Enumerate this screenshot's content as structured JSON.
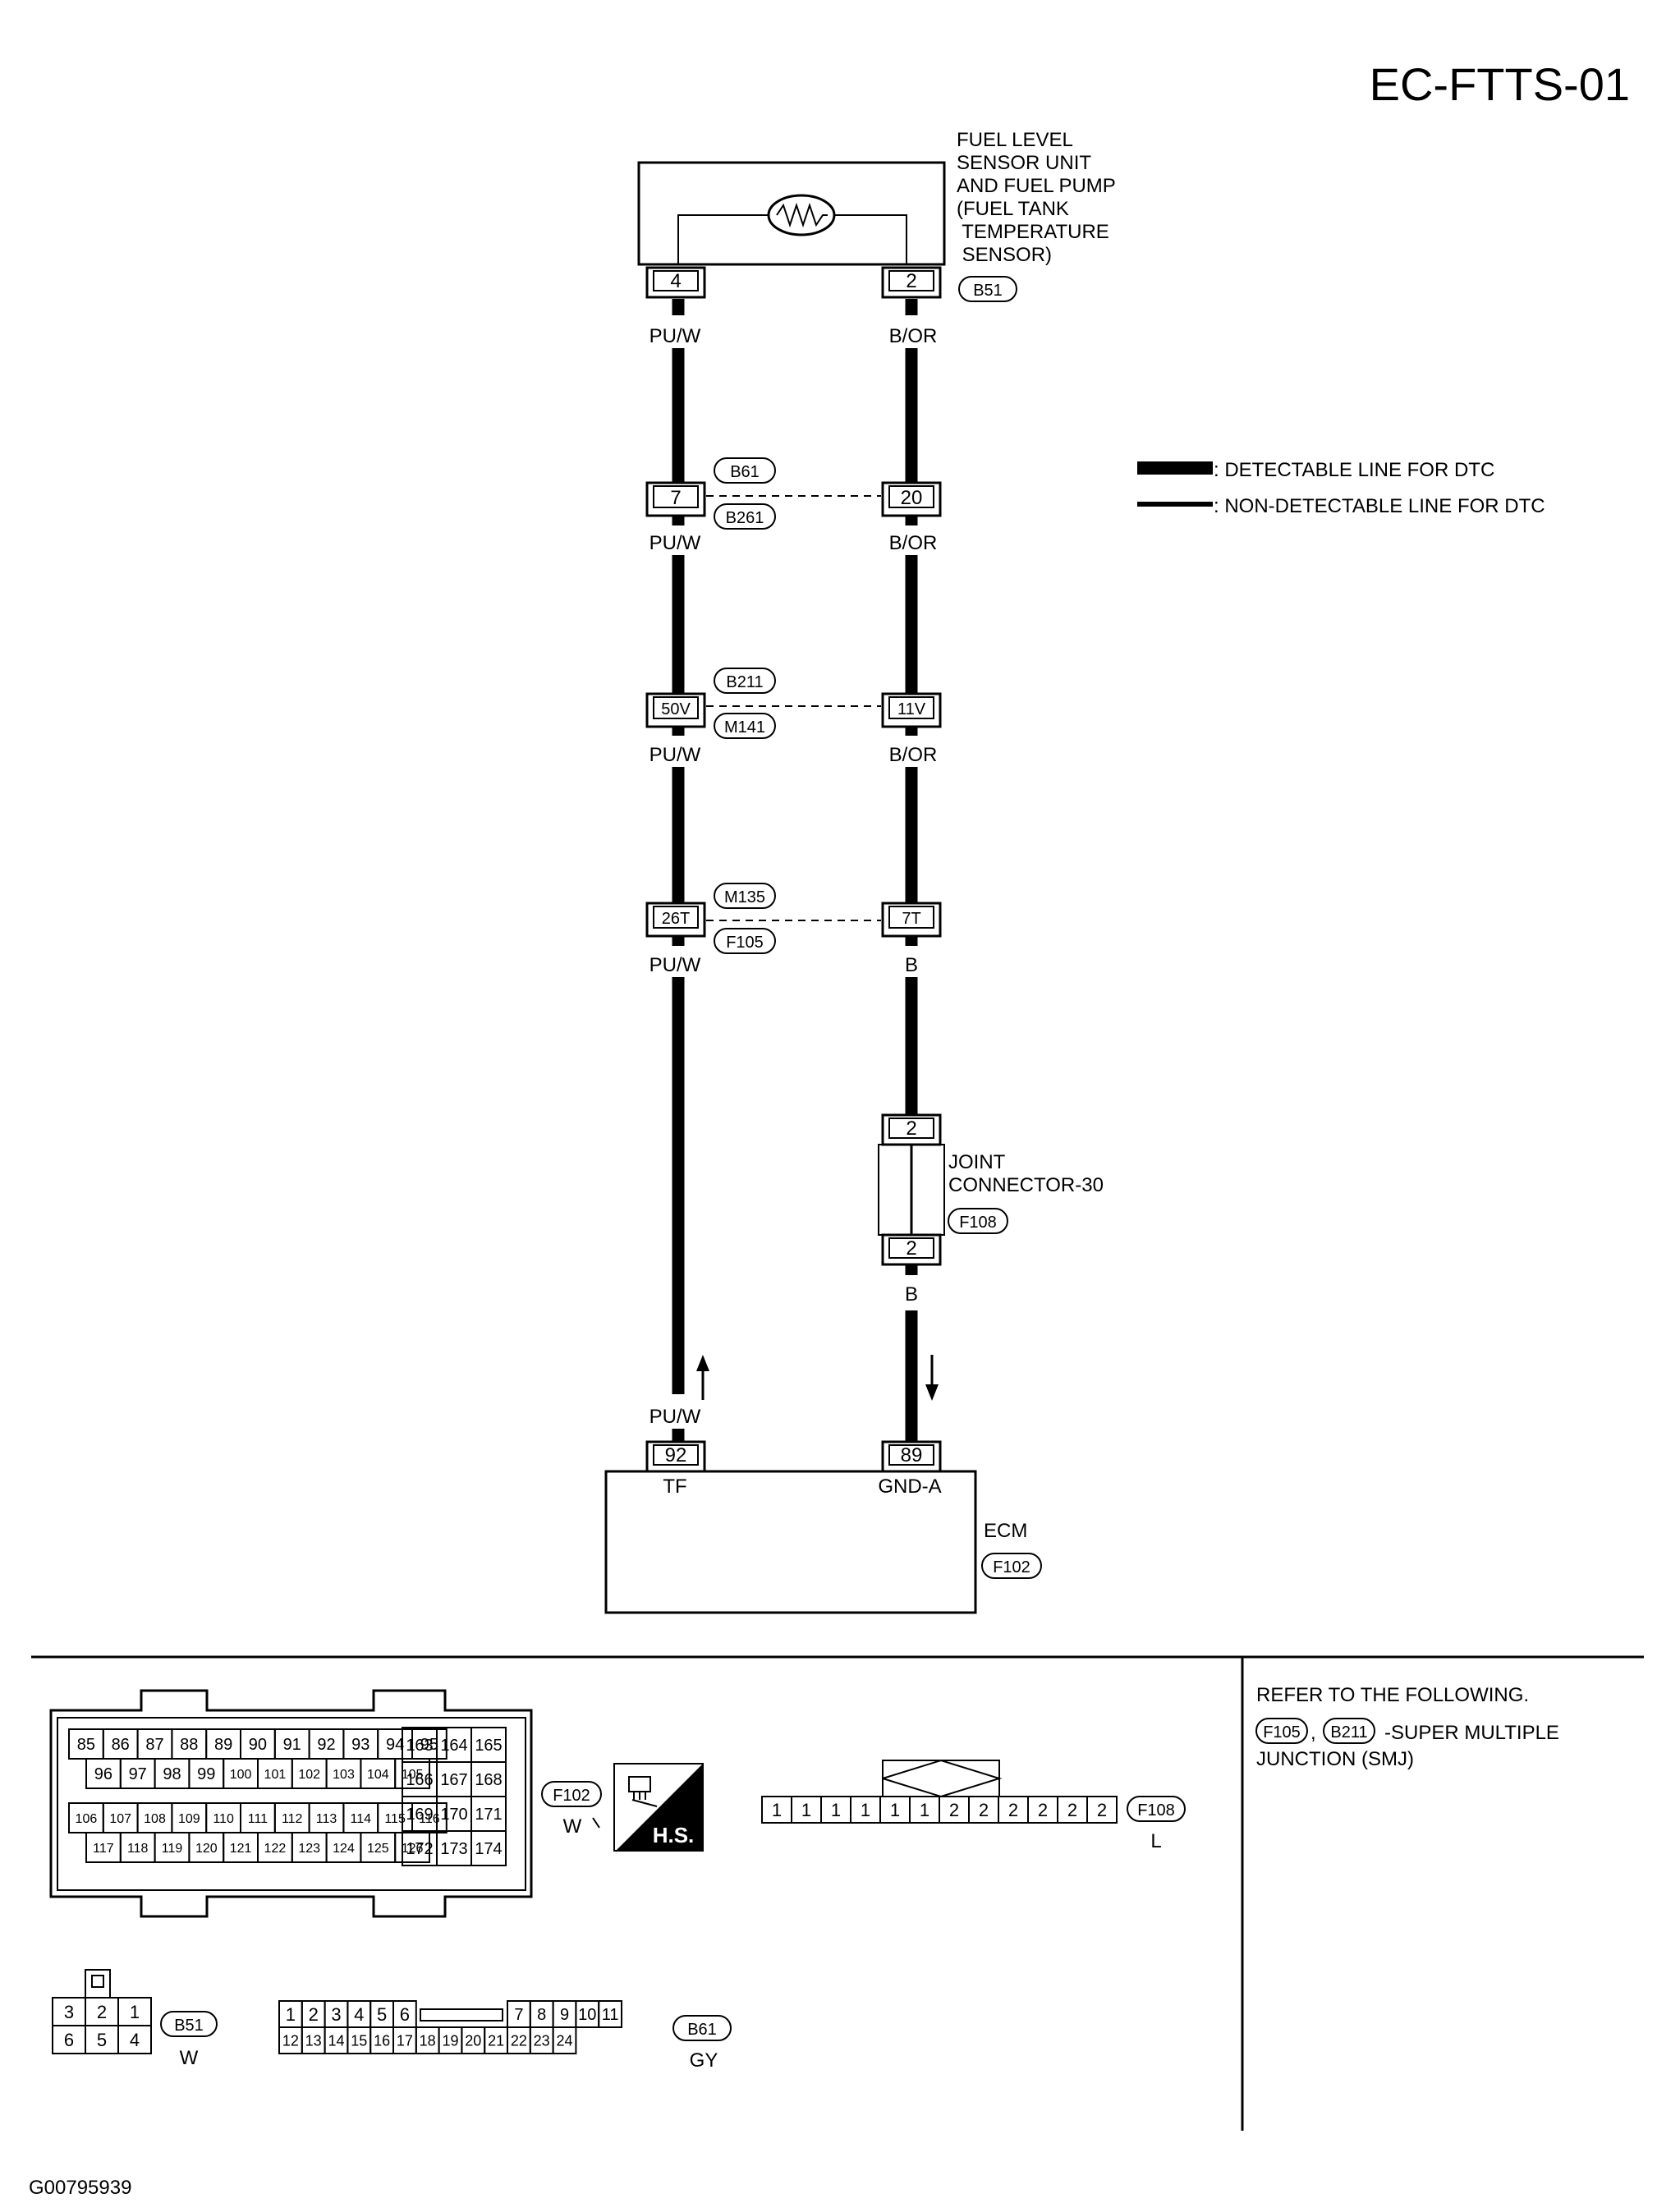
{
  "page_code": "EC-FTTS-01",
  "figure_id": "G00795939",
  "legend": {
    "detectable": ": DETECTABLE LINE FOR DTC",
    "non_detectable": ": NON-DETECTABLE LINE FOR DTC"
  },
  "sensor": {
    "lines": [
      "FUEL LEVEL",
      "SENSOR UNIT",
      "AND FUEL PUMP",
      "(FUEL TANK",
      " TEMPERATURE",
      " SENSOR)"
    ],
    "pin_left": "4",
    "pin_right": "2",
    "connector": "B51"
  },
  "wires": {
    "seg1_left": "PU/W",
    "seg1_right": "B/OR",
    "seg2_left": "PU/W",
    "seg2_right": "B/OR",
    "seg3_left": "PU/W",
    "seg3_right": "B/OR",
    "seg4_left": "PU/W",
    "seg4_right": "B",
    "joint_out": "B",
    "ecm_in_left": "PU/W"
  },
  "junction1": {
    "top_tag": "B61",
    "bottom_tag": "B261",
    "left_pin": "7",
    "right_pin": "20"
  },
  "junction2": {
    "top_tag": "B211",
    "bottom_tag": "M141",
    "left_pin": "50V",
    "right_pin": "11V"
  },
  "junction3": {
    "top_tag": "M135",
    "bottom_tag": "F105",
    "left_pin": "26T",
    "right_pin": "7T"
  },
  "joint": {
    "label_line1": "JOINT",
    "label_line2": "CONNECTOR-30",
    "connector": "F108",
    "pin_top": "2",
    "pin_bottom": "2"
  },
  "ecm": {
    "label": "ECM",
    "connector": "F102",
    "pin_left": "92",
    "pin_right": "89",
    "term_left": "TF",
    "term_right": "GND-A"
  },
  "refer": {
    "title": "REFER TO THE FOLLOWING.",
    "tag1": "F105",
    "sep": ",",
    "tag2": "B211",
    "text1": "-SUPER MULTIPLE",
    "text2": "JUNCTION (SMJ)"
  },
  "f102_connector": {
    "tag": "F102",
    "color": "W",
    "hs": "H.S.",
    "row1": [
      "85",
      "86",
      "87",
      "88",
      "89",
      "90",
      "91",
      "92",
      "93",
      "94",
      "95"
    ],
    "row2": [
      "96",
      "97",
      "98",
      "99",
      "100",
      "101",
      "102",
      "103",
      "104",
      "105"
    ],
    "row3": [
      "106",
      "107",
      "108",
      "109",
      "110",
      "111",
      "112",
      "113",
      "114",
      "115",
      "116"
    ],
    "row4": [
      "117",
      "118",
      "119",
      "120",
      "121",
      "122",
      "123",
      "124",
      "125",
      "126"
    ],
    "right_grid": [
      [
        "163",
        "164",
        "165"
      ],
      [
        "166",
        "167",
        "168"
      ],
      [
        "169",
        "170",
        "171"
      ],
      [
        "172",
        "173",
        "174"
      ]
    ]
  },
  "f108_connector": {
    "tag": "F108",
    "color": "L",
    "pins": [
      "1",
      "1",
      "1",
      "1",
      "1",
      "1",
      "2",
      "2",
      "2",
      "2",
      "2",
      "2"
    ]
  },
  "b51_connector": {
    "tag": "B51",
    "color": "W",
    "row1": [
      "3",
      "2",
      "1"
    ],
    "row2": [
      "6",
      "5",
      "4"
    ]
  },
  "b61_connector": {
    "tag": "B61",
    "color": "GY",
    "row1a": [
      "1",
      "2",
      "3",
      "4",
      "5",
      "6"
    ],
    "row1b": [
      "7",
      "8",
      "9",
      "10",
      "11"
    ],
    "row2": [
      "12",
      "13",
      "14",
      "15",
      "16",
      "17",
      "18",
      "19",
      "20",
      "21",
      "22",
      "23",
      "24"
    ]
  }
}
